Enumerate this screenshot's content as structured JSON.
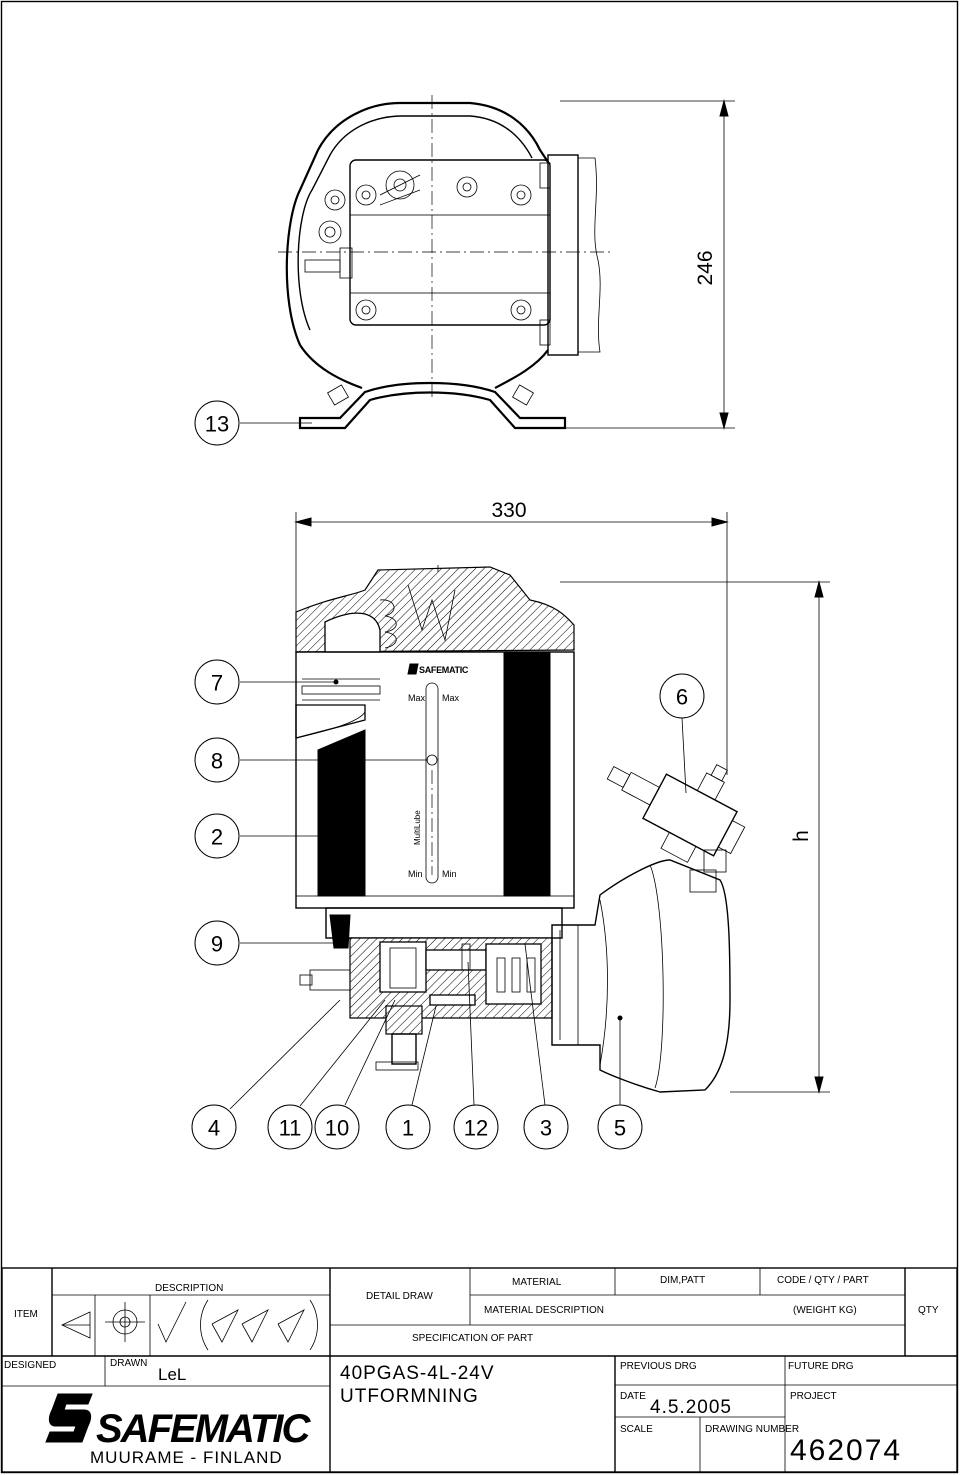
{
  "dimensions": {
    "top_height": "246",
    "width": "330",
    "height": "h"
  },
  "item_labels": {
    "i13": "13",
    "i7": "7",
    "i6": "6",
    "i8": "8",
    "i2": "2",
    "i9": "9",
    "i4": "4",
    "i11": "11",
    "i10": "10",
    "i1": "1",
    "i12": "12",
    "i3": "3",
    "i5": "5"
  },
  "product_label": {
    "max_left": "Max",
    "max_right": "Max",
    "min_left": "Min",
    "min_right": "Min",
    "brand": "MultiLube"
  },
  "title_block": {
    "item": "ITEM",
    "description": "DESCRIPTION",
    "detail_draw": "DETAIL DRAW",
    "material": "MATERIAL",
    "dim_patt": "DIM,PATT",
    "code_qty_part": "CODE / QTY / PART",
    "material_description": "MATERIAL DESCRIPTION",
    "weight": "(WEIGHT KG)",
    "qty": "QTY",
    "specification": "SPECIFICATION OF PART",
    "designed": "DESIGNED",
    "drawn": "DRAWN",
    "drawn_by": "LeL",
    "title_line1": "40PGAS-4L-24V",
    "title_line2": "UTFORMNING",
    "previous_drg": "PREVIOUS DRG",
    "future_drg": "FUTURE DRG",
    "date_label": "DATE",
    "date_value": "4.5.2005",
    "project": "PROJECT",
    "scale": "SCALE",
    "drawing_number_label": "DRAWING NUMBER",
    "drawing_number": "462074",
    "company_logo": "SAFEMATIC",
    "company_location": "MUURAME - FINLAND"
  }
}
